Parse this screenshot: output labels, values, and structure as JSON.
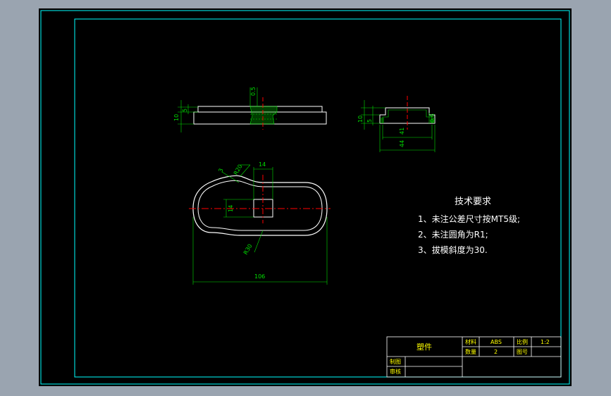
{
  "notes": {
    "title": "技术要求",
    "items": [
      "1、未注公差尺寸按MT5级;",
      "2、未注圆角为R1;",
      "3、拔模斜度为30."
    ]
  },
  "dimensions": {
    "front_total_height": "10",
    "front_step_height": "5",
    "front_top_offset": "0.5",
    "side_total_height": "10",
    "side_step_height": "5",
    "side_inner_value": "0.6",
    "side_width_inner": "41",
    "side_width_outer": "44",
    "plan_hole_width": "14",
    "plan_hole_height": "14",
    "plan_left_small": "3",
    "plan_radius_top": "R20",
    "plan_radius_bottom": "R30",
    "plan_total_length": "106"
  },
  "title_block": {
    "part_name": "塑件",
    "material_label": "材料",
    "material_value": "ABS",
    "quantity_label": "数量",
    "quantity_value": "2",
    "scale_label": "比例",
    "scale_value": "1:2",
    "drawing_no_label": "图号",
    "drawn_label": "制图",
    "checked_label": "审核"
  },
  "colors": {
    "frame": "#00ffff",
    "part": "#ffffff",
    "dimension": "#00e000",
    "centerline": "#ff0000",
    "title_text": "#ffff00"
  }
}
